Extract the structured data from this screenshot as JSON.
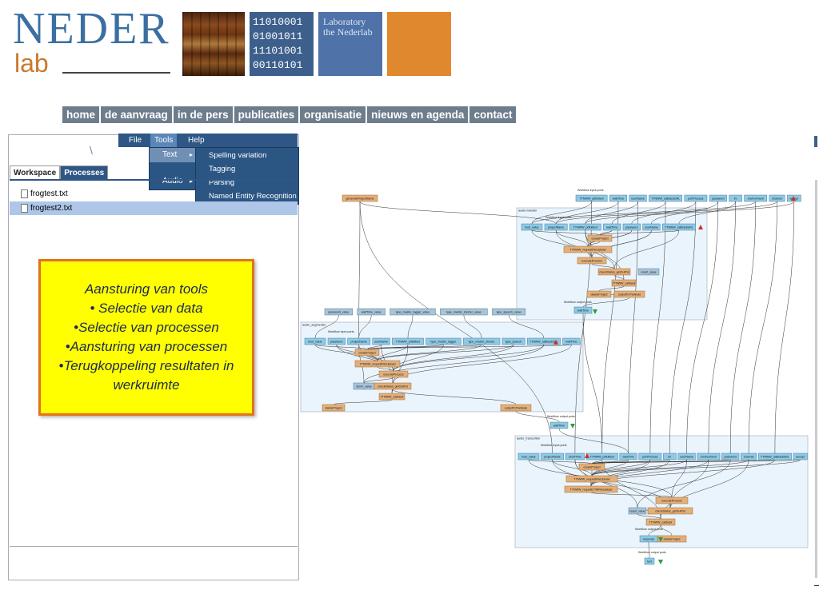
{
  "logo": {
    "word": "NEDER",
    "sub": "lab",
    "binary_lines": [
      "11010001",
      "01001011",
      "11101001",
      "00110101"
    ],
    "lab_tile_text": "Laboratory the Nederlab",
    "colors": {
      "blue": "#3b6fa3",
      "orange": "#e0882e"
    }
  },
  "nav": {
    "items": [
      {
        "label": "home"
      },
      {
        "label": "de aanvraag"
      },
      {
        "label": "in de pers"
      },
      {
        "label": "publicaties"
      },
      {
        "label": "organisatie"
      },
      {
        "label": "nieuws en agenda"
      },
      {
        "label": "contact"
      }
    ]
  },
  "app": {
    "menubar": {
      "file": "File",
      "tools": "Tools",
      "help": "Help"
    },
    "tools_menu": {
      "text": "Text",
      "audio": "Audio"
    },
    "text_submenu": [
      "Spelling variation",
      "Tagging",
      "Parsing",
      "Named Entity Recognition"
    ],
    "tabs": {
      "workspace": "Workspace",
      "processes": "Processes"
    },
    "files": [
      "frogtest.txt",
      "frogtest2.txt"
    ]
  },
  "note": {
    "lines": [
      "Aansturing van tools",
      "• Selectie van data",
      "•Selectie van processen",
      "•Aansturing van processen",
      "•Terugkoppeling resultaten in",
      "werkruimte"
    ]
  },
  "workflow": {
    "top_ports_label": "Workflow input ports",
    "output_ports_label": "Workflow output ports",
    "top_ports": [
      "TTNWW_pdfulltext",
      "waitTime",
      "userName",
      "TTNWW_callbackURL",
      "portProcess",
      "password",
      "lm",
      "environment",
      "channel",
      "accept"
    ],
    "generate_node": "generateProjectName",
    "sub1": {
      "name": "audio-transfer",
      "inputs": [
        "host_value",
        "projectName",
        "TTNWW_pdfulltext",
        "waitTime",
        "password",
        "userName",
        "TTNWW_callbackURL"
      ],
      "nodes": [
        "createProject",
        "TTNWW_requestFileUpload",
        "executeProcess",
        "checkStatus_getOutPut",
        "TTNWW_callback",
        "deleteProject",
        "outputToTheNode",
        "result_value"
      ],
      "output": "waitTime"
    },
    "param_nodes": [
      "password_value",
      "waitTime_value",
      "type_master_tagger_value",
      "type_master_shorter_value",
      "type_speech_value"
    ],
    "sub2": {
      "name": "audio_segmenter",
      "inputs": [
        "host_value",
        "password",
        "projectName",
        "userName",
        "TTNWW_pdfulltext",
        "type_master_tagger",
        "type_master_shorter",
        "type_speech",
        "TTNWW_callbackURL",
        "waitTime"
      ],
      "nodes": [
        "createProject",
        "TTNWW_requestFileUpload",
        "executeProcess",
        "storm_value",
        "checkStatus_getOutPut",
        "TTNWW_callback",
        "deleteProject",
        "outputToTheNode"
      ],
      "output": "waitTime"
    },
    "sub3": {
      "name": "audio_transcriber",
      "inputs": [
        "host_value",
        "projectName",
        "shortTime",
        "TTNWW_pdfulltext",
        "waitTime",
        "portProcess",
        "lm",
        "userName",
        "environment",
        "password",
        "channel",
        "TTNWW_callbackURL",
        "accept"
      ],
      "nodes": [
        "createProject",
        "TTNWW_requestFileUpload",
        "TTNWW_requestCTMFileUpload",
        "executeProcess",
        "checkStatus_getOutPut",
        "result_value",
        "TTNWW_callback",
        "deleteProject"
      ],
      "output": "response"
    },
    "final_output": "text"
  }
}
